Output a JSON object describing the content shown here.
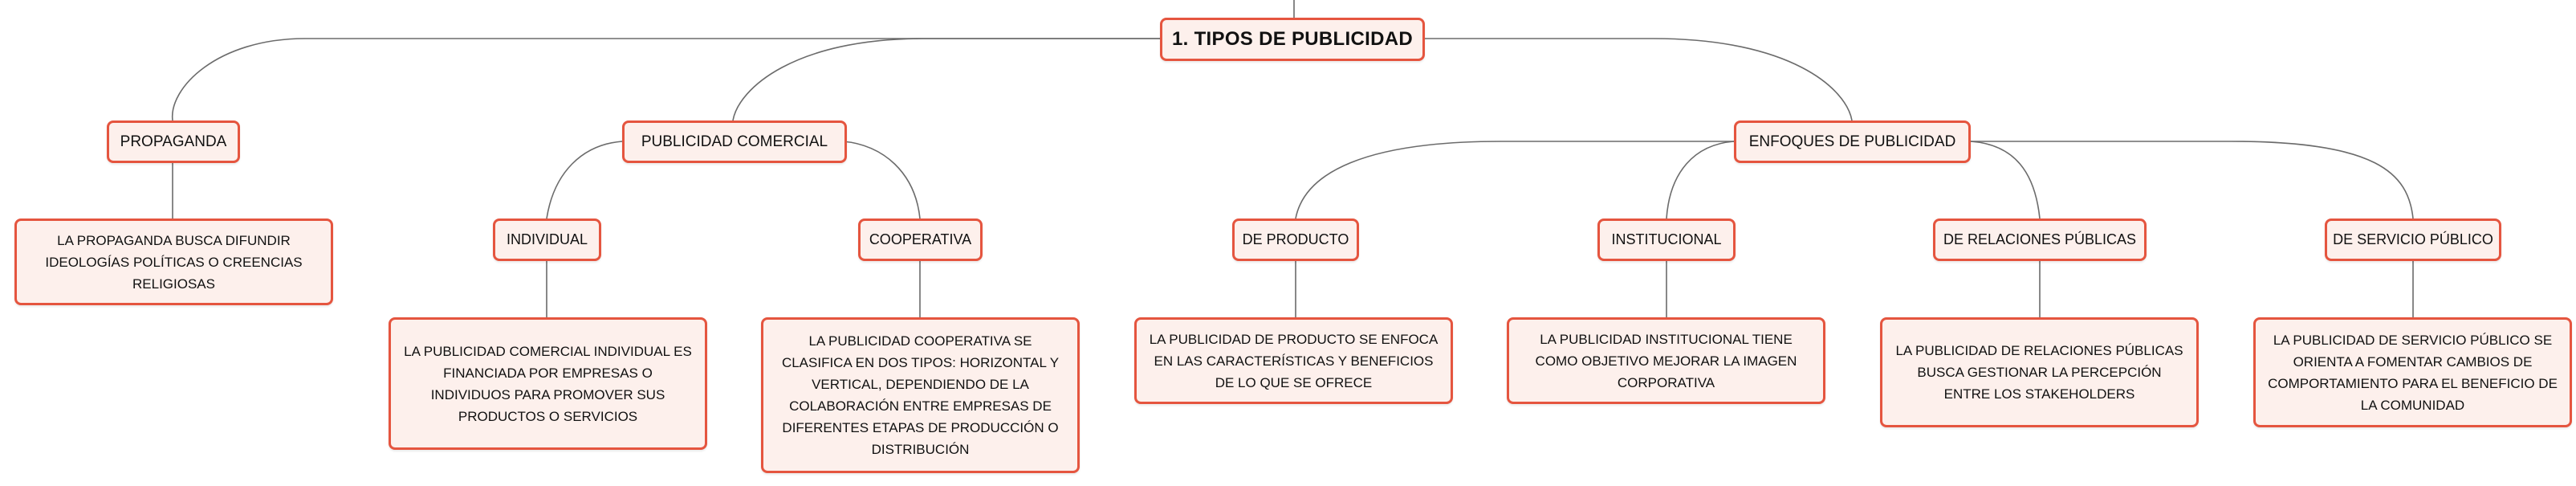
{
  "map": {
    "root": "1. TIPOS DE PUBLICIDAD",
    "propaganda": {
      "title": "PROPAGANDA",
      "description": "LA PROPAGANDA BUSCA DIFUNDIR IDEOLOGÍAS POLÍTICAS O CREENCIAS RELIGIOSAS"
    },
    "publicidad_comercial": {
      "title": "PUBLICIDAD COMERCIAL",
      "individual": {
        "title": "INDIVIDUAL",
        "description": "LA PUBLICIDAD COMERCIAL INDIVIDUAL ES FINANCIADA POR EMPRESAS O INDIVIDUOS PARA PROMOVER SUS PRODUCTOS O SERVICIOS"
      },
      "cooperativa": {
        "title": "COOPERATIVA",
        "description": "LA PUBLICIDAD COOPERATIVA SE CLASIFICA EN DOS TIPOS: HORIZONTAL Y VERTICAL, DEPENDIENDO DE LA COLABORACIÓN ENTRE EMPRESAS DE DIFERENTES ETAPAS DE PRODUCCIÓN O DISTRIBUCIÓN"
      }
    },
    "enfoques": {
      "title": "ENFOQUES DE PUBLICIDAD",
      "producto": {
        "title": "DE PRODUCTO",
        "description": "LA PUBLICIDAD DE PRODUCTO SE ENFOCA EN LAS CARACTERÍSTICAS Y BENEFICIOS DE LO QUE SE OFRECE"
      },
      "institucional": {
        "title": "INSTITUCIONAL",
        "description": "LA PUBLICIDAD INSTITUCIONAL TIENE COMO OBJETIVO MEJORAR LA IMAGEN CORPORATIVA"
      },
      "relaciones": {
        "title": "DE RELACIONES PÚBLICAS",
        "description": "LA PUBLICIDAD DE RELACIONES PÚBLICAS BUSCA GESTIONAR LA PERCEPCIÓN ENTRE LOS STAKEHOLDERS"
      },
      "servicio": {
        "title": "DE SERVICIO PÚBLICO",
        "description": "LA PUBLICIDAD DE SERVICIO PÚBLICO SE ORIENTA A FOMENTAR CAMBIOS DE COMPORTAMIENTO PARA EL BENEFICIO DE LA COMUNIDAD"
      }
    }
  },
  "colors": {
    "node_border": "#e5553f",
    "node_fill": "#fdf0ec",
    "connector": "#6b6b6b"
  }
}
